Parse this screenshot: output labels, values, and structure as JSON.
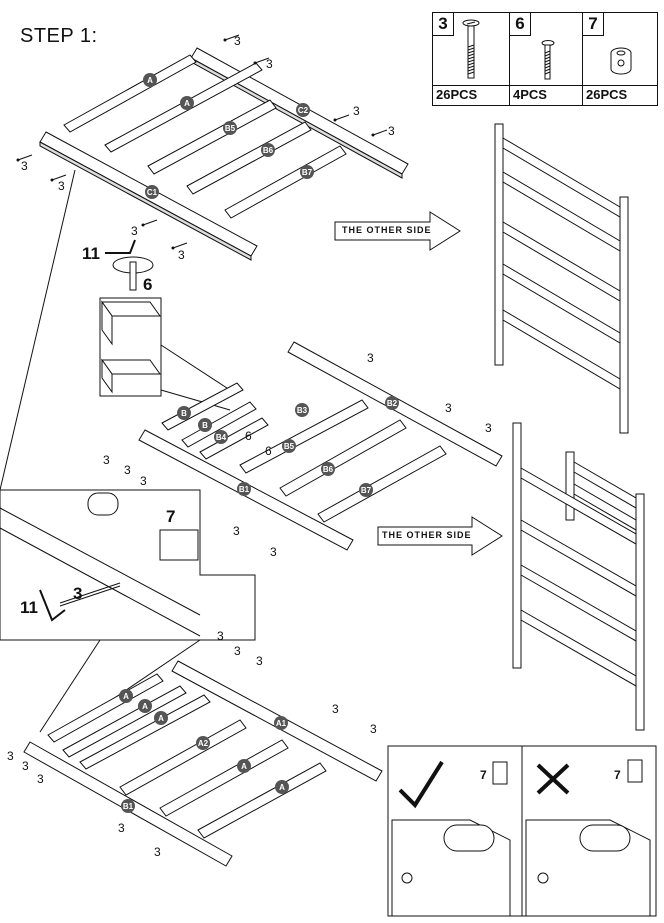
{
  "step": {
    "title": "STEP 1:"
  },
  "parts": [
    {
      "number": "3",
      "qty": "26PCS",
      "icon": "long-bolt-icon"
    },
    {
      "number": "6",
      "qty": "4PCS",
      "icon": "short-bolt-icon"
    },
    {
      "number": "7",
      "qty": "26PCS",
      "icon": "barrel-nut-icon"
    }
  ],
  "callouts": {
    "other_side_1": "THE  OTHER  SIDE",
    "other_side_2": "THE  OTHER  SIDE",
    "tool_11_a": "11",
    "bolt_6": "6",
    "part_7_detail": "7",
    "tool_11_b": "11",
    "bolt_3_detail": "3",
    "check_7_ok": "7",
    "check_7_bad": "7"
  },
  "part_labels": {
    "top": [
      "A",
      "A",
      "B5",
      "B6",
      "B7",
      "C1",
      "C2"
    ],
    "middle": [
      "B",
      "B",
      "B4",
      "B3",
      "B2",
      "B5",
      "B6",
      "B7",
      "B1"
    ],
    "bottom": [
      "A",
      "A",
      "A",
      "A2",
      "A",
      "A",
      "A1",
      "B1"
    ]
  },
  "screw_labels": "3",
  "small_label_6": "6"
}
